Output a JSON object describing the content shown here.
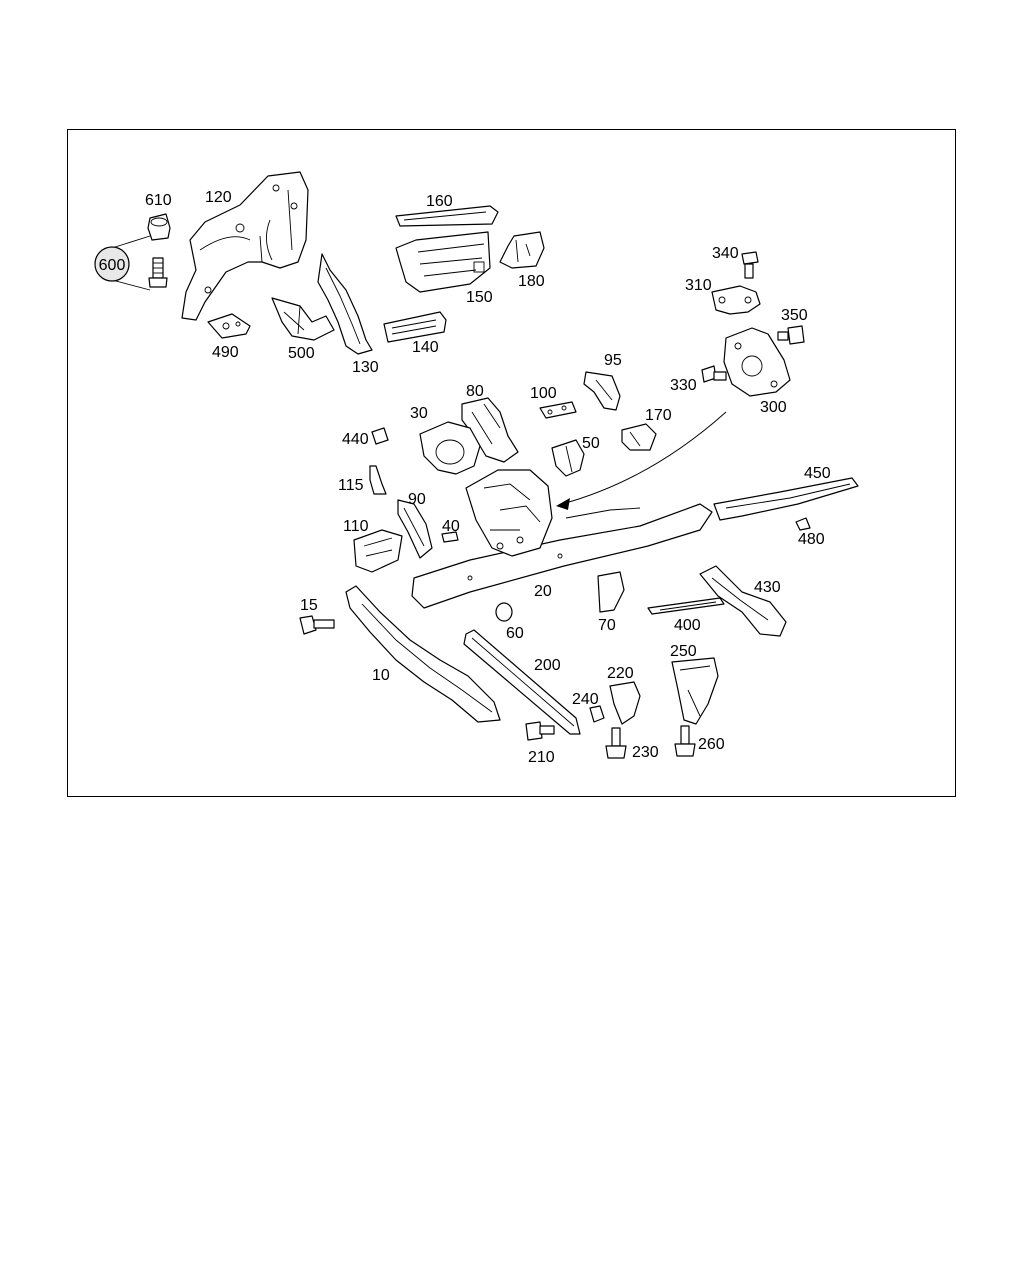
{
  "diagram": {
    "callout_group": {
      "label": "600"
    },
    "labels": {
      "p610": "610",
      "p120": "120",
      "p160": "160",
      "p340": "340",
      "p310": "310",
      "p350": "350",
      "p180": "180",
      "p150": "150",
      "p490": "490",
      "p500": "500",
      "p130": "130",
      "p140": "140",
      "p95": "95",
      "p80": "80",
      "p100": "100",
      "p330": "330",
      "p300": "300",
      "p30": "30",
      "p170": "170",
      "p440": "440",
      "p50": "50",
      "p450": "450",
      "p115": "115",
      "p90": "90",
      "p40": "40",
      "p110": "110",
      "p480": "480",
      "p20": "20",
      "p430": "430",
      "p15": "15",
      "p60": "60",
      "p70": "70",
      "p400": "400",
      "p200": "200",
      "p250": "250",
      "p220": "220",
      "p10": "10",
      "p240": "240",
      "p230": "230",
      "p260": "260",
      "p210": "210"
    }
  }
}
